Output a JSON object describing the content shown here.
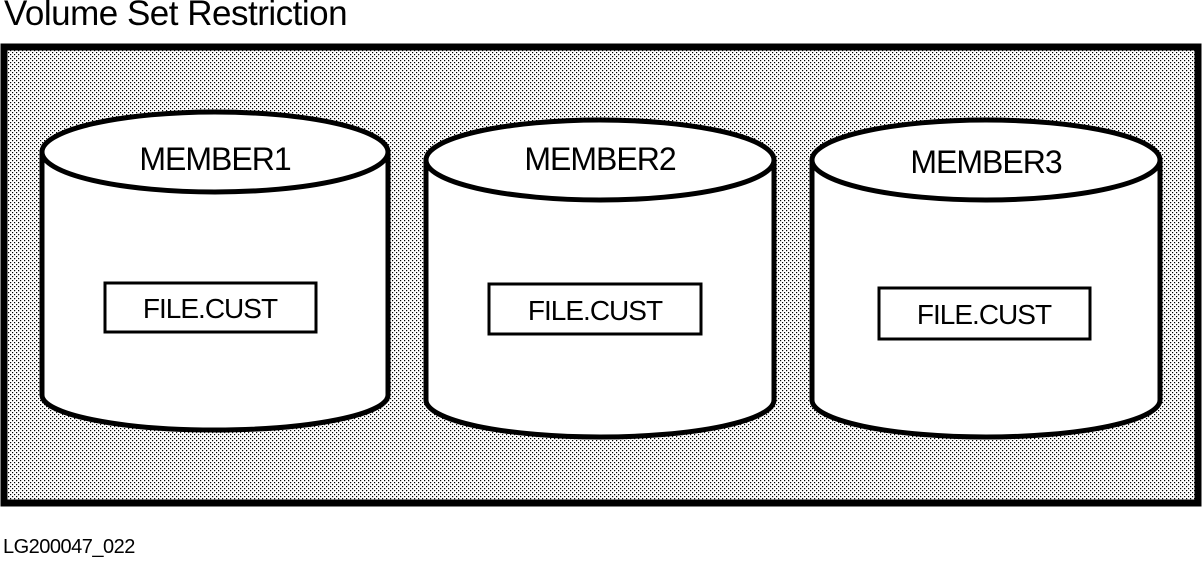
{
  "title": "Volume Set Restriction",
  "members": [
    {
      "name": "MEMBER1",
      "file": "FILE.CUST"
    },
    {
      "name": "MEMBER2",
      "file": "FILE.CUST"
    },
    {
      "name": "MEMBER3",
      "file": "FILE.CUST"
    }
  ],
  "figure_id": "LG200047_022",
  "colors": {
    "stroke": "#000000",
    "cylinder_fill": "#ffffff",
    "dot_pattern": "#000000"
  }
}
